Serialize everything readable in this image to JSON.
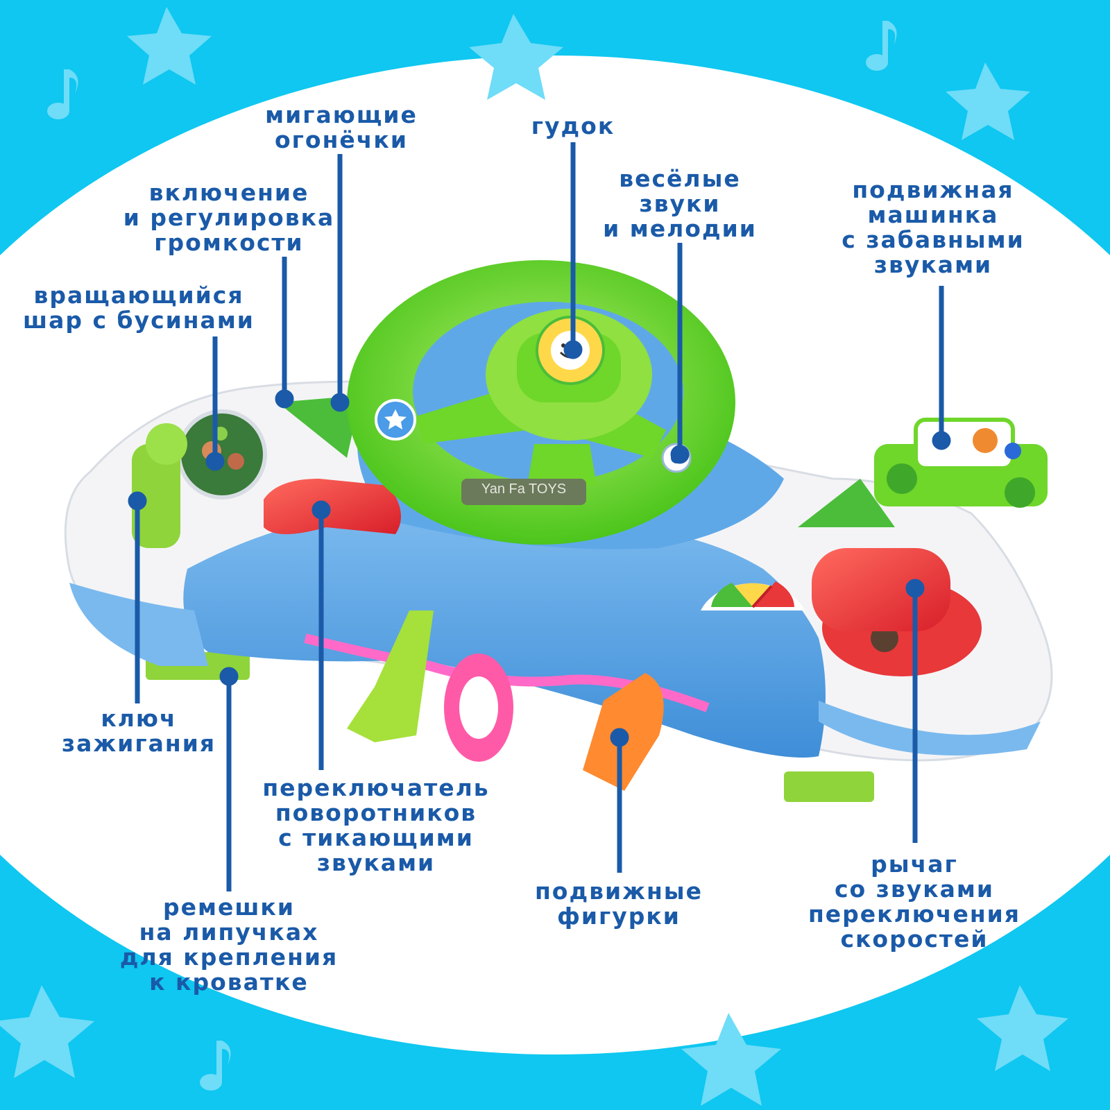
{
  "colors": {
    "background": "#0fc7f0",
    "panel": "#ffffff",
    "label_text": "#1a5aa8",
    "callout": "#1a5aa8",
    "toy_base": "#5fa8e8",
    "toy_green": "#6fd62a",
    "toy_red": "#e8383a",
    "toy_white": "#f4f4f6"
  },
  "product_brand": "Yan Fa TOYS",
  "labels": {
    "blinking_lights": [
      "мигающие",
      "огонёчки"
    ],
    "horn": [
      "гудок"
    ],
    "fun_sounds": [
      "весёлые",
      "звуки",
      "и мелодии"
    ],
    "volume": [
      "включение",
      "и регулировка",
      "громкости"
    ],
    "moving_car": [
      "подвижная",
      "машинка",
      "с забавными",
      "звуками"
    ],
    "bead_ball": [
      "вращающийся",
      "шар с бусинами"
    ],
    "ignition_key": [
      "ключ",
      "зажигания"
    ],
    "turn_signal": [
      "переключатель",
      "поворотников",
      "с тикающими",
      "звуками"
    ],
    "velcro_straps": [
      "ремешки",
      "на липучках",
      "для крепления",
      "к кроватке"
    ],
    "moving_figures": [
      "подвижные",
      "фигурки"
    ],
    "gear_lever": [
      "рычаг",
      "со звуками",
      "переключения",
      "скоростей"
    ]
  },
  "icons": {
    "background_decor": [
      "star-icon",
      "music-note-icon"
    ],
    "steering_center": "smiling-flower-icon",
    "steering_button": "star-icon",
    "dashboard": "speedometer-icon"
  }
}
